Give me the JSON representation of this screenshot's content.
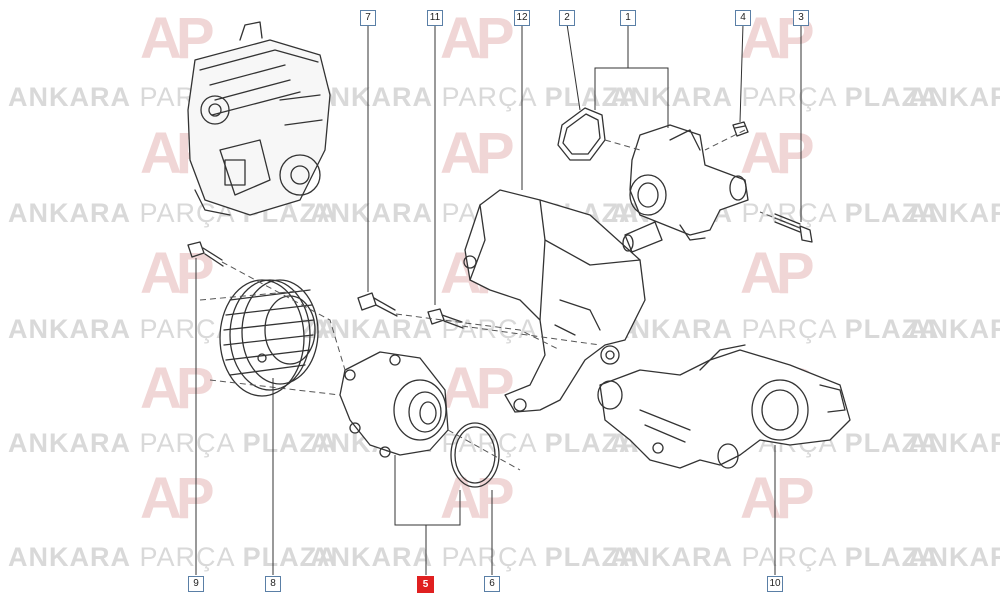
{
  "watermark": {
    "brand_bold_1": "ANKARA",
    "brand_light": "PARÇA",
    "brand_bold_2": "PLAZA",
    "logo": "AP"
  },
  "callouts": [
    {
      "id": "c1",
      "label": "1",
      "selected": false
    },
    {
      "id": "c2",
      "label": "2",
      "selected": false
    },
    {
      "id": "c3",
      "label": "3",
      "selected": false
    },
    {
      "id": "c4",
      "label": "4",
      "selected": false
    },
    {
      "id": "c5",
      "label": "5",
      "selected": true
    },
    {
      "id": "c6",
      "label": "6",
      "selected": false
    },
    {
      "id": "c7",
      "label": "7",
      "selected": false
    },
    {
      "id": "c8",
      "label": "8",
      "selected": false
    },
    {
      "id": "c9",
      "label": "9",
      "selected": false
    },
    {
      "id": "c10",
      "label": "10",
      "selected": false
    },
    {
      "id": "c11",
      "label": "11",
      "selected": false
    },
    {
      "id": "c12",
      "label": "12",
      "selected": false
    }
  ],
  "colors": {
    "line": "#333333",
    "callout_border": "#5a7fa6",
    "selected": "#e02020",
    "watermark": "#d9d9d9",
    "logo": "#f0d6d6"
  }
}
